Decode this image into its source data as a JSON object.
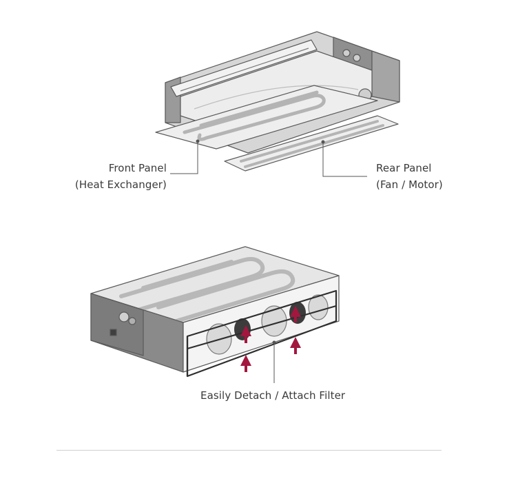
{
  "labels": {
    "front_panel": "Front Panel",
    "front_panel_sub": "(Heat Exchanger)",
    "rear_panel": "Rear Panel",
    "rear_panel_sub": "(Fan / Motor)",
    "filter": "Easily Detach / Attach Filter"
  },
  "colors": {
    "outline": "#5a5a5a",
    "panel_fill": "#e9e9e9",
    "side_dark": "#8c8c8c",
    "arrow": "#a3173f",
    "divider": "#cfcfcf"
  }
}
